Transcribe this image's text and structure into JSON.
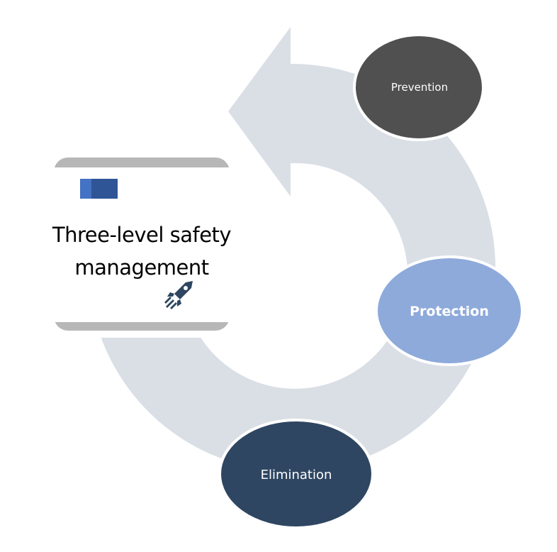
{
  "diagram": {
    "title_line1": "Three-level safety",
    "title_line2": "management",
    "nodes": [
      {
        "label": "Prevention",
        "fill": "#505050"
      },
      {
        "label": "Protection",
        "fill": "#8eaadb"
      },
      {
        "label": "Elimination",
        "fill": "#2e4661"
      }
    ],
    "colors": {
      "cycle_arrow": "#dadfe6",
      "card_bar": "#b7b7b7",
      "badge_light": "#4472c4",
      "badge_dark": "#2f5597",
      "rocket": "#2e4661"
    },
    "icons": [
      "cycle-arrow",
      "color-badge",
      "rocket-icon"
    ]
  }
}
